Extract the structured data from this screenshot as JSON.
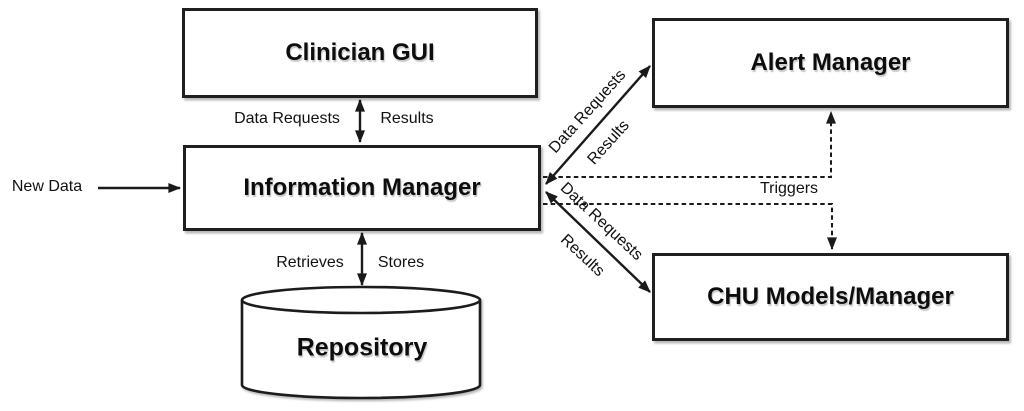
{
  "nodes": {
    "clinician_gui": {
      "label": "Clinician GUI"
    },
    "information_manager": {
      "label": "Information Manager"
    },
    "alert_manager": {
      "label": "Alert Manager"
    },
    "chu_models_manager": {
      "label": "CHU Models/Manager"
    },
    "repository": {
      "label": "Repository"
    }
  },
  "edges": {
    "new_data": {
      "label": "New Data"
    },
    "gui_im": {
      "left_label": "Data Requests",
      "right_label": "Results"
    },
    "im_repository": {
      "left_label": "Retrieves",
      "right_label": "Stores"
    },
    "im_alert": {
      "upper_label": "Data Requests",
      "lower_label": "Results"
    },
    "im_chu": {
      "upper_label": "Data Requests",
      "lower_label": "Results"
    },
    "triggers": {
      "label": "Triggers"
    }
  },
  "colors": {
    "ink": "#1a1a1a",
    "background": "#ffffff"
  }
}
